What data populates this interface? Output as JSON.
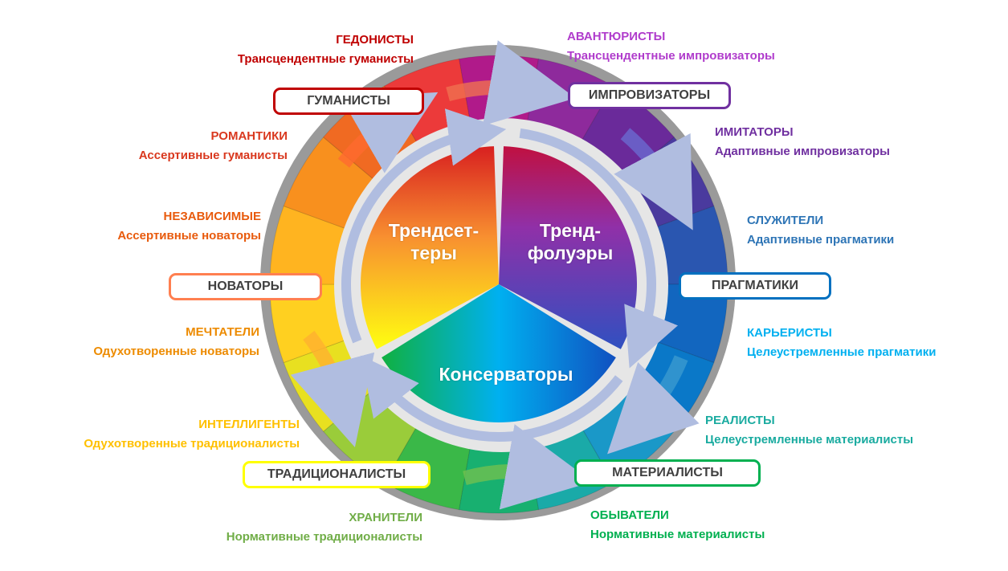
{
  "core": {
    "trendsetters": "Трендсет-теры",
    "trendsetters_l1": "Трендсет-",
    "trendsetters_l2": "теры",
    "followers_l1": "Тренд-",
    "followers_l2": "фолуэры",
    "conservators": "Консерваторы"
  },
  "groups": [
    {
      "label": "ГУМАНИСТЫ",
      "color": "#c00000"
    },
    {
      "label": "ИМПРОВИЗАТОРЫ",
      "color": "#7030a0"
    },
    {
      "label": "ПРАГМАТИКИ",
      "color": "#0070c0"
    },
    {
      "label": "МАТЕРИАЛИСТЫ",
      "color": "#00b050"
    },
    {
      "label": "ТРАДИЦИОНАЛИСТЫ",
      "color": "#ffff00"
    },
    {
      "label": "НОВАТОРЫ",
      "color": "#ff7f50"
    }
  ],
  "types": [
    {
      "title": "ГЕДОНИСТЫ",
      "sub": "Трансцендентные гуманисты",
      "color": "#c00000"
    },
    {
      "title": "АВАНТЮРИСТЫ",
      "sub": "Трансцендентные импровизаторы",
      "color": "#b03ccc"
    },
    {
      "title": "ИМИТАТОРЫ",
      "sub": "Адаптивные импровизаторы",
      "color": "#7030a0"
    },
    {
      "title": "СЛУЖИТЕЛИ",
      "sub": "Адаптивные прагматики",
      "color": "#2e75b6"
    },
    {
      "title": "КАРЬЕРИСТЫ",
      "sub": "Целеустремленные прагматики",
      "color": "#00b0f0"
    },
    {
      "title": "РЕАЛИСТЫ",
      "sub": "Целеустремленные материалисты",
      "color": "#1aaba0"
    },
    {
      "title": "ОБЫВАТЕЛИ",
      "sub": "Нормативные материалисты",
      "color": "#00b050"
    },
    {
      "title": "ХРАНИТЕЛИ",
      "sub": "Нормативные традиционалисты",
      "color": "#70ad47"
    },
    {
      "title": "ИНТЕЛЛИГЕНТЫ",
      "sub": "Одухотворенные традиционалисты",
      "color": "#ffc000"
    },
    {
      "title": "МЕЧТАТЕЛИ",
      "sub": "Одухотворенные новаторы",
      "color": "#ed8b00"
    },
    {
      "title": "НЕЗАВИСИМЫЕ",
      "sub": "Ассертивные новаторы",
      "color": "#e85a0c"
    },
    {
      "title": "РОМАНТИКИ",
      "sub": "Ассертивные гуманисты",
      "color": "#d9381e"
    }
  ],
  "wheel_colors": [
    "#b01a8a",
    "#8e2a9c",
    "#6a2a9a",
    "#4a3a9e",
    "#2a56b0",
    "#1266bf",
    "#0a78c8",
    "#1a98c8",
    "#1aaaa8",
    "#18b070",
    "#3ab848",
    "#9acc3a",
    "#e8e020",
    "#ffd020",
    "#ffb420",
    "#f8901e",
    "#f06a22",
    "#ec3a3a"
  ],
  "accent_arrow": "#b0bde0"
}
